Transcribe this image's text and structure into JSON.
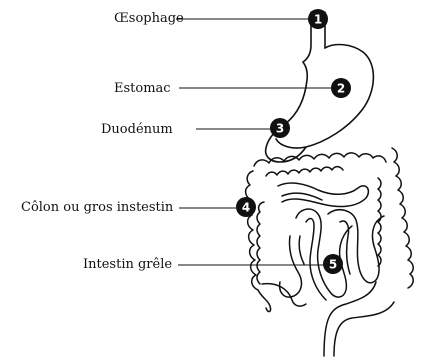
{
  "labels": [
    {
      "number": "1",
      "text": "Œsophage"
    },
    {
      "number": "2",
      "text": "Estomac"
    },
    {
      "number": "3",
      "text": "Duodénum"
    },
    {
      "number": "4",
      "text": "Côlon ou gros instestin"
    },
    {
      "number": "5",
      "text": "Intestin grêle"
    }
  ],
  "colors": {
    "ink": "#111111",
    "badge": "#111111",
    "background": "#ffffff"
  }
}
